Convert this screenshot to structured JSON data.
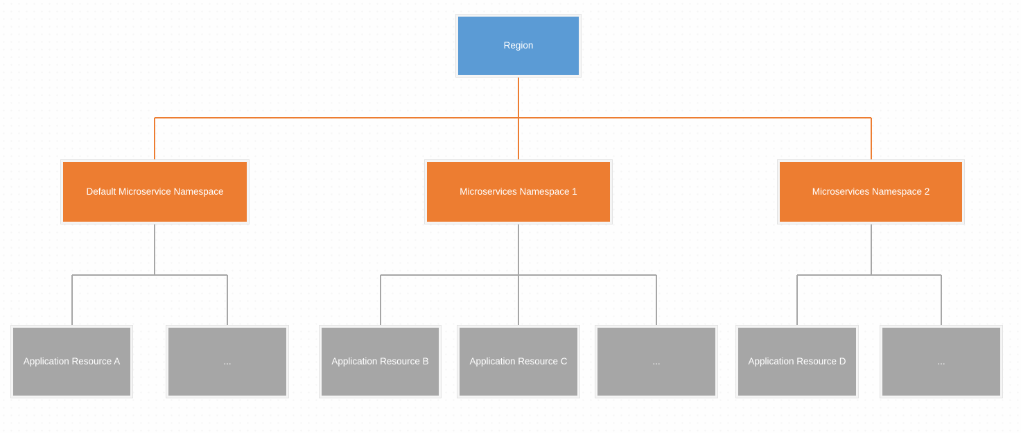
{
  "diagram": {
    "root": {
      "label": "Region"
    },
    "namespaces": [
      {
        "label": "Default Microservice Namespace",
        "children": [
          {
            "label": "Application Resource A"
          },
          {
            "label": "..."
          }
        ]
      },
      {
        "label": "Microservices Namespace 1",
        "children": [
          {
            "label": "Application Resource B"
          },
          {
            "label": "Application Resource C"
          },
          {
            "label": "..."
          }
        ]
      },
      {
        "label": "Microservices Namespace 2",
        "children": [
          {
            "label": "Application Resource D"
          },
          {
            "label": "..."
          }
        ]
      }
    ]
  },
  "colors": {
    "region_fill": "#5B9BD5",
    "namespace_fill": "#ED7D31",
    "resource_fill": "#A6A6A6",
    "connector_orange": "#ED7D31",
    "connector_gray": "#A6A6A6",
    "node_border": "#F5F5F5",
    "text": "#FFFFFF"
  }
}
